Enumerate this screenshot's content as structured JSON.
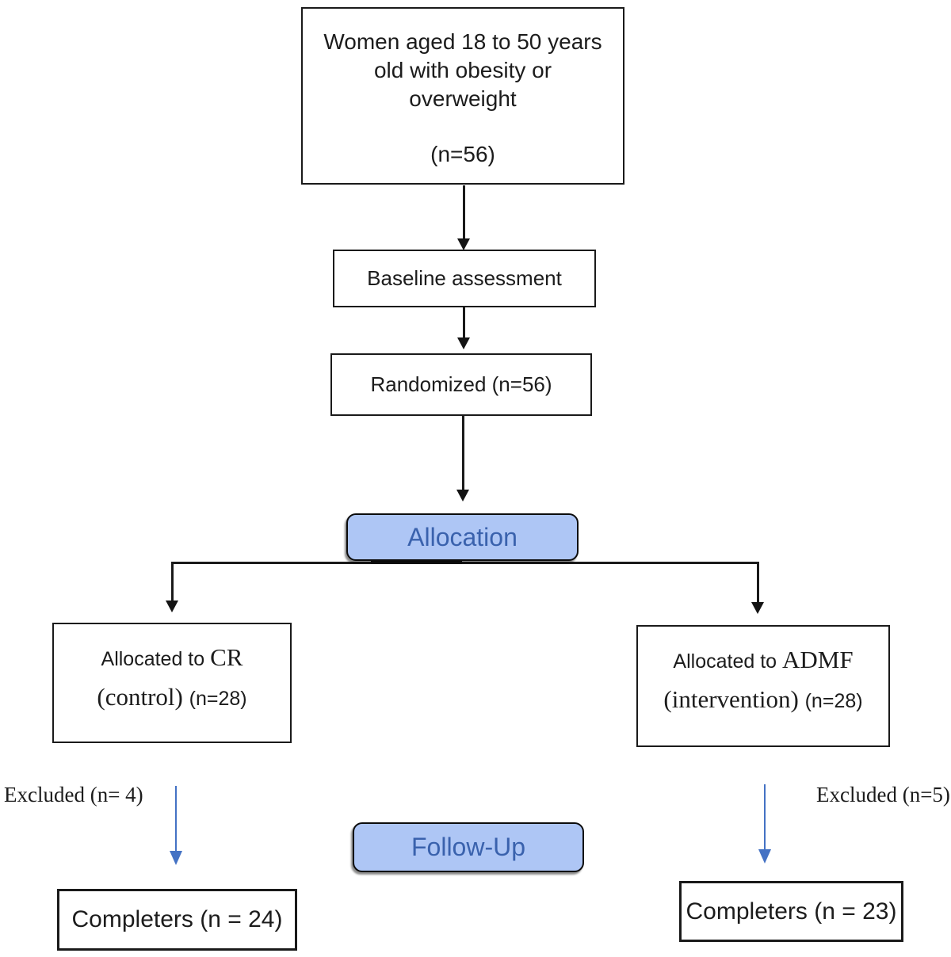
{
  "flowchart": {
    "population_box": {
      "line1": "Women aged 18 to 50 years",
      "line2": "old with obesity or",
      "line3": "overweight",
      "n": "(n=56)"
    },
    "baseline_box": {
      "label": "Baseline assessment"
    },
    "randomized_box": {
      "label": "Randomized (n=56)"
    },
    "allocation_banner": {
      "label": "Allocation"
    },
    "control_box": {
      "prefix": "Allocated to ",
      "group": "CR",
      "detail": "(control) ",
      "n": "(n=28)"
    },
    "intervention_box": {
      "prefix": "Allocated to ",
      "group": "ADMF",
      "detail": "(intervention) ",
      "n": "(n=28)"
    },
    "excluded_left": {
      "label": "Excluded (n= 4)"
    },
    "excluded_right": {
      "label": "Excluded (n=5)"
    },
    "followup_banner": {
      "label": "Follow-Up"
    },
    "completers_left": {
      "label": "Completers (n = 24)"
    },
    "completers_right": {
      "label": "Completers (n = 23)"
    },
    "colors": {
      "banner_fill": "#aec6f5",
      "banner_text": "#3a62ad",
      "arrow_blue": "#4472c4",
      "line_black": "#1a1a1a"
    }
  }
}
